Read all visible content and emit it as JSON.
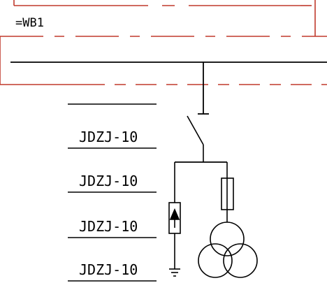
{
  "bus_label": "=WB1",
  "device_labels": [
    "JDZJ-10",
    "JDZJ-10",
    "JDZJ-10",
    "JDZJ-10"
  ],
  "colors": {
    "dashed_boundary": "#c0392b",
    "lines": "#000000",
    "background": "#ffffff"
  },
  "symbols": [
    "busbar",
    "disconnector-switch",
    "fuse",
    "surge-arrester",
    "ground",
    "three-winding-transformer"
  ]
}
